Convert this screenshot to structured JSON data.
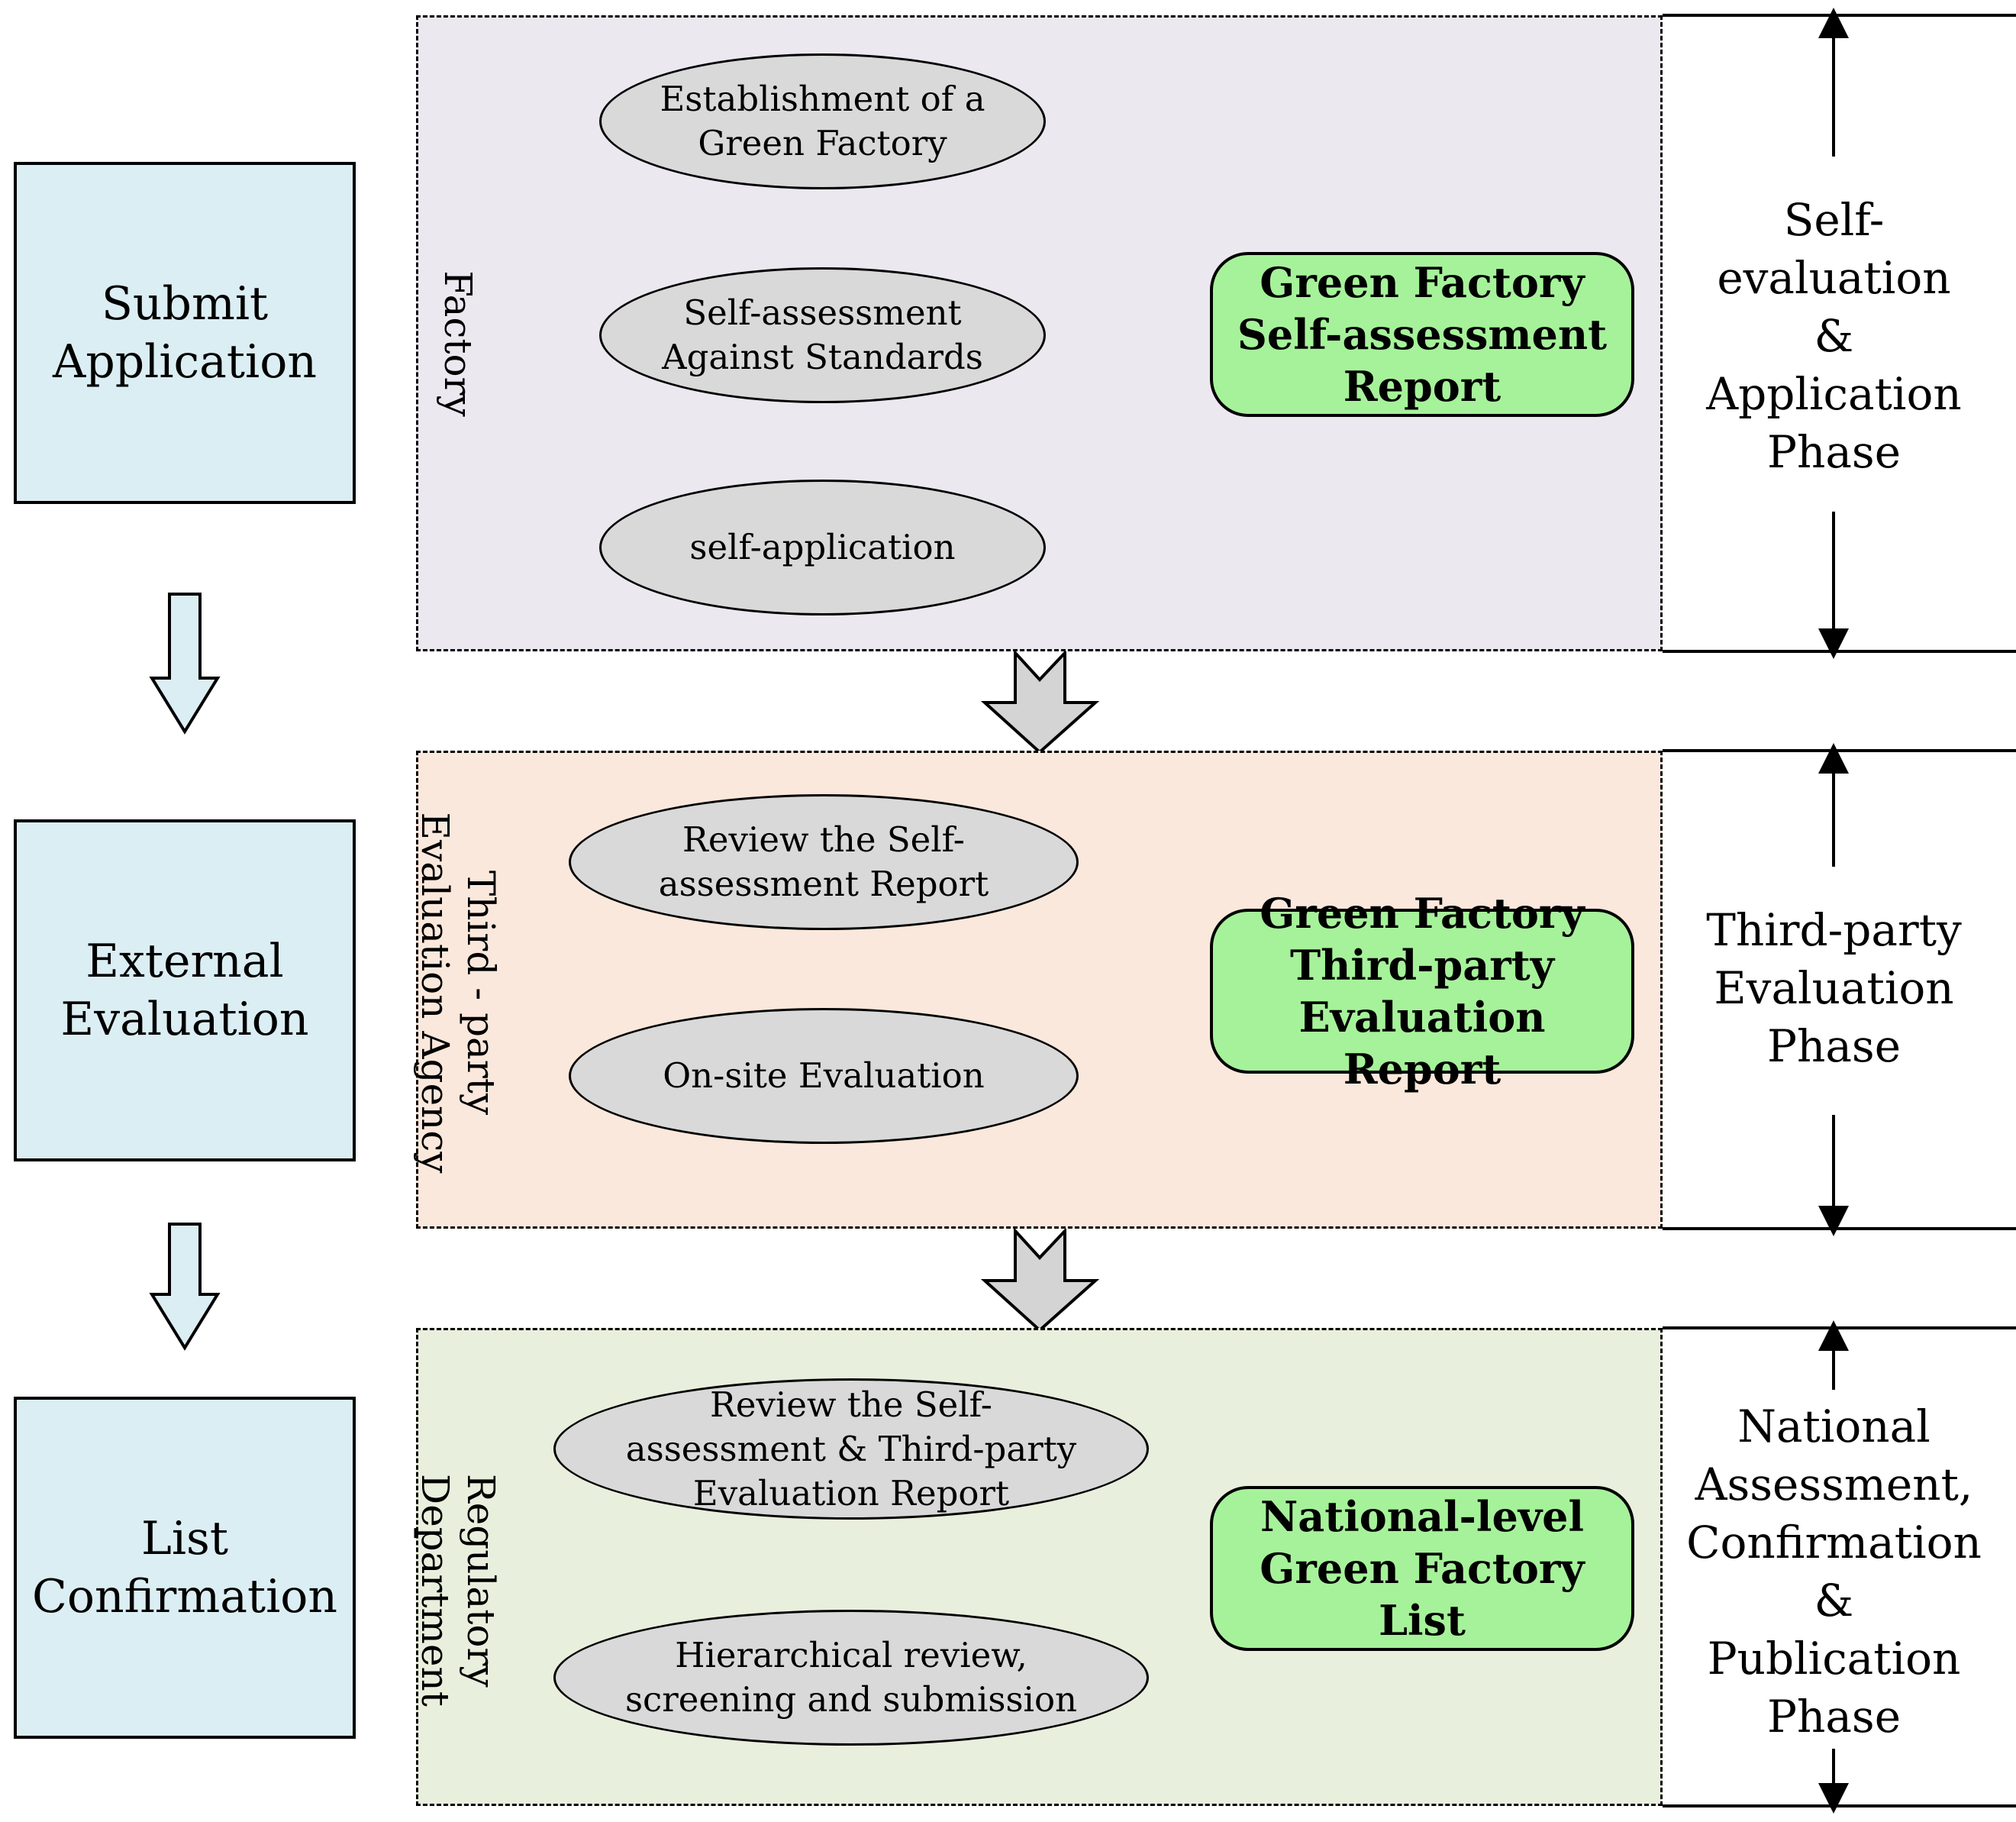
{
  "stages": [
    {
      "label": "Submit\nApplication"
    },
    {
      "label": "External\nEvaluation"
    },
    {
      "label": "List\nConfirmation"
    }
  ],
  "panels": [
    {
      "actor": "Factory",
      "fill": "#ebe8f0",
      "steps": [
        "Establishment of a\nGreen Factory",
        "Self-assessment\nAgainst Standards",
        "self-application"
      ],
      "report": "Green Factory\nSelf-assessment\nReport",
      "phase": "Self-\nevaluation\n&\nApplication\nPhase"
    },
    {
      "actor": "Third - party\nEvaluation Agency",
      "fill": "#fbe8dc",
      "steps": [
        "Review the Self-\nassessment Report",
        "On-site Evaluation"
      ],
      "report": "Green Factory\nThird-party\nEvaluation Report",
      "phase": "Third-party\nEvaluation\nPhase"
    },
    {
      "actor": "Regulatory\nDepartment",
      "fill": "#e9efdd",
      "steps": [
        "Review the Self-\nassessment  & Third-party\nEvaluation Report",
        "Hierarchical review,\nscreening and submission"
      ],
      "report": "National-level\nGreen Factory List",
      "phase": "National\nAssessment,\nConfirmation\n&\nPublication\nPhase"
    }
  ],
  "colors": {
    "stage_fill": "#dbeef3",
    "ellipse_fill": "#d9d9d9",
    "report_fill": "#a6f29a",
    "big_arrow_fill": "#d4d4d4"
  }
}
